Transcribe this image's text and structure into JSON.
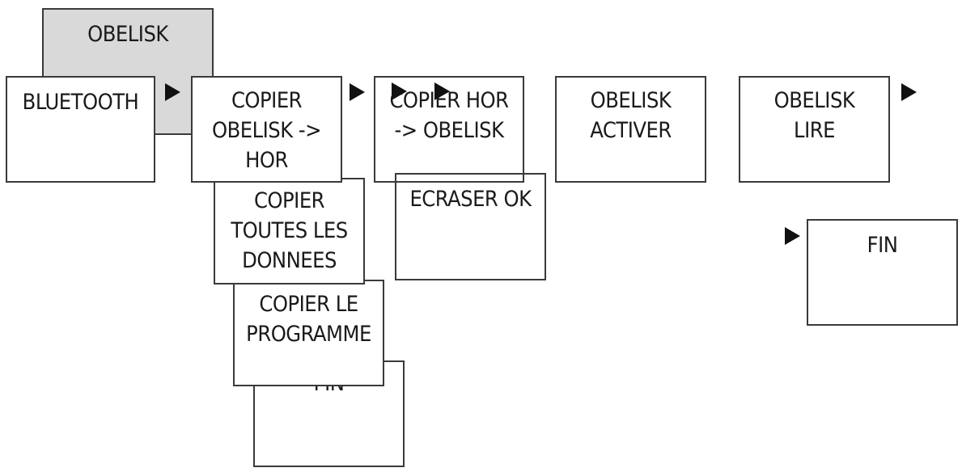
{
  "menu": {
    "root": "OBELISK",
    "bluetooth": "BLUETOOTH",
    "copy_obelisk_to_hor": "COPIER\nOBELISK ->\nHOR",
    "copy_all_data": "COPIER\nTOUTES LES\nDONNEES",
    "copy_program": "COPIER LE\nPROGRAMME",
    "end_sub": "FIN",
    "copy_hor_to_obelisk": "COPIER HOR\n-> OBELISK",
    "overwrite_ok": "ECRASER OK",
    "obelisk_activate": "OBELISK\nACTIVER",
    "obelisk_read": "OBELISK\nLIRE",
    "end_main": "FIN"
  },
  "icons": {
    "arrow": "play-arrow-icon"
  },
  "colors": {
    "root_fill": "#d9d9d9",
    "box_fill": "#ffffff",
    "border": "#3a3a3a"
  }
}
